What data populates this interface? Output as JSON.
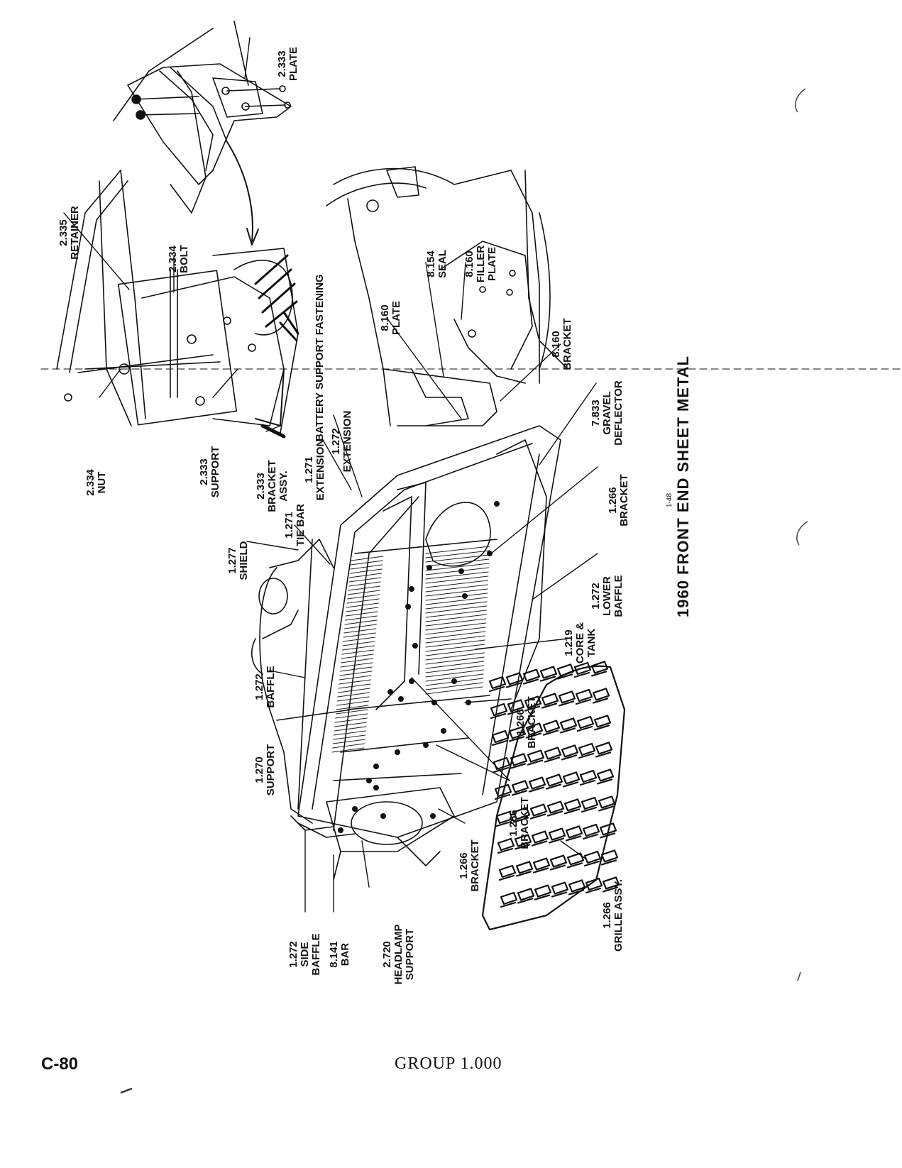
{
  "title": "1960 FRONT END SHEET METAL",
  "figure_number": "1-48",
  "section_heading": "BATTERY SUPPORT FASTENING",
  "footer": {
    "page": "C-80",
    "group": "GROUP 1.000"
  },
  "labels": [
    {
      "id": "l1",
      "lines": [
        "2.333",
        "PLATE"
      ]
    },
    {
      "id": "l2",
      "lines": [
        "2.335",
        "RETAINER"
      ]
    },
    {
      "id": "l3",
      "lines": [
        "2.334",
        "BOLT"
      ]
    },
    {
      "id": "l4",
      "lines": [
        "2.334",
        "NUT"
      ]
    },
    {
      "id": "l5",
      "lines": [
        "2.333",
        "SUPPORT"
      ]
    },
    {
      "id": "l6",
      "lines": [
        "2.333",
        "BRACKET",
        "ASSY."
      ]
    },
    {
      "id": "l7",
      "lines": [
        "8.154",
        "SEAL"
      ]
    },
    {
      "id": "l8",
      "lines": [
        "8.160",
        "FILLER",
        "PLATE"
      ]
    },
    {
      "id": "l9",
      "lines": [
        "8.160",
        "PLATE"
      ]
    },
    {
      "id": "l10",
      "lines": [
        "8.160",
        "BRACKET"
      ]
    },
    {
      "id": "l11",
      "lines": [
        "7.833",
        "GRAVEL",
        "DEFLECTOR"
      ]
    },
    {
      "id": "l12",
      "lines": [
        "1.272",
        "EXTENSION"
      ]
    },
    {
      "id": "l13",
      "lines": [
        "1.271",
        "EXTENSION"
      ]
    },
    {
      "id": "l14",
      "lines": [
        "1.271",
        "TIE BAR"
      ]
    },
    {
      "id": "l15",
      "lines": [
        "1.277",
        "SHIELD"
      ]
    },
    {
      "id": "l16",
      "lines": [
        "1.266",
        "BRACKET"
      ]
    },
    {
      "id": "l17",
      "lines": [
        "1.272",
        "LOWER",
        "BAFFLE"
      ]
    },
    {
      "id": "l18",
      "lines": [
        "1.219",
        "CORE &",
        "TANK"
      ]
    },
    {
      "id": "l19",
      "lines": [
        "1.272",
        "BAFFLE"
      ]
    },
    {
      "id": "l20",
      "lines": [
        "1.270",
        "SUPPORT"
      ]
    },
    {
      "id": "l21",
      "lines": [
        "1.266",
        "BRACKET"
      ]
    },
    {
      "id": "l22",
      "lines": [
        "1.266",
        "BRACKET"
      ]
    },
    {
      "id": "l23",
      "lines": [
        "1.266",
        "BRACKET"
      ]
    },
    {
      "id": "l24",
      "lines": [
        "1.266",
        "GRILLE ASSY."
      ]
    },
    {
      "id": "l25",
      "lines": [
        "1.272",
        "SIDE",
        "BAFFLE"
      ]
    },
    {
      "id": "l26",
      "lines": [
        "8.141",
        "BAR"
      ]
    },
    {
      "id": "l27",
      "lines": [
        "2.720",
        "HEADLAMP",
        "SUPPORT"
      ]
    }
  ]
}
